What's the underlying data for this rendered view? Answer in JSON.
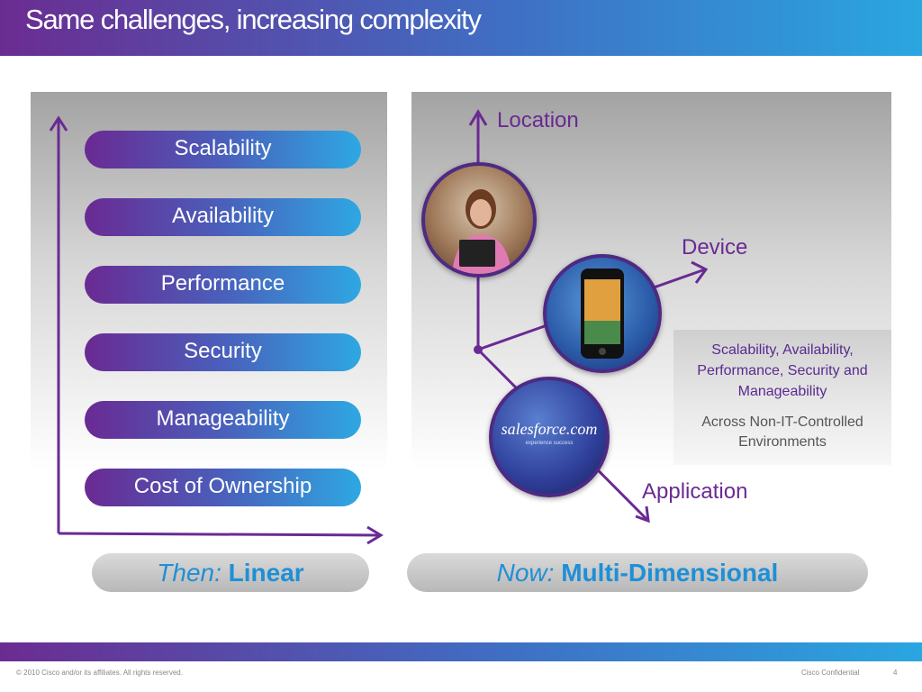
{
  "slide": {
    "title": "Same challenges, increasing complexity"
  },
  "left": {
    "items": [
      "Scalability",
      "Availability",
      "Performance",
      "Security",
      "Manageability",
      "Cost of Ownership"
    ],
    "caption_italic": "Then:",
    "caption_bold": "Linear"
  },
  "right": {
    "axes": {
      "location": "Location",
      "device": "Device",
      "application": "Application"
    },
    "salesforce_logo_text": "salesforce.com",
    "salesforce_tagline": "experience success",
    "info_purple": "Scalability, Availability, Performance, Security and Manageability",
    "info_gray": "Across Non-IT-Controlled Environments",
    "caption_italic": "Now:",
    "caption_bold": "Multi-Dimensional"
  },
  "footer": {
    "copyright": "© 2010 Cisco and/or its affiliates. All rights reserved.",
    "confidential": "Cisco Confidential",
    "page": "4"
  },
  "colors": {
    "purple": "#6a2a93",
    "blue": "#2ea8e2",
    "caption_blue": "#1f8fd6"
  }
}
